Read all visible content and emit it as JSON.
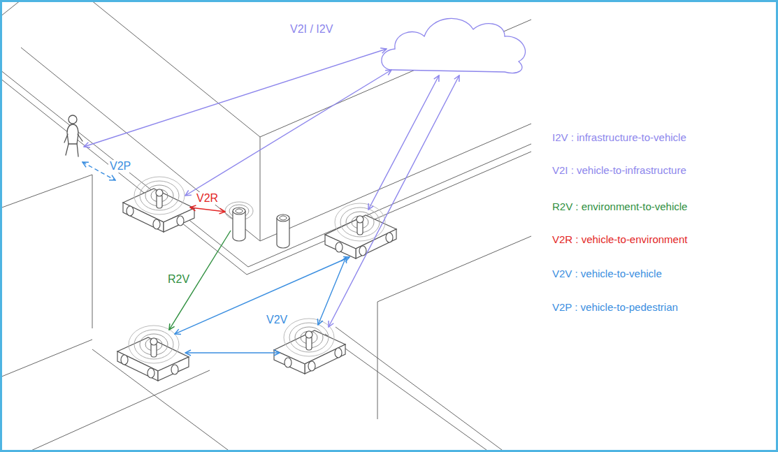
{
  "diagram": {
    "labels": [
      "V2I / I2V",
      "V2P",
      "V2R",
      "R2V",
      "V2V"
    ],
    "legend": [
      {
        "text": "I2V : infrastructure-to-vehicle"
      },
      {
        "text": "V2I : vehicle-to-infrastructure"
      },
      {
        "text": "R2V : environment-to-vehicle"
      },
      {
        "text": "V2R : vehicle-to-environment"
      },
      {
        "text": "V2V : vehicle-to-vehicle"
      },
      {
        "text": "V2P : vehicle-to-pedestrian"
      }
    ]
  }
}
